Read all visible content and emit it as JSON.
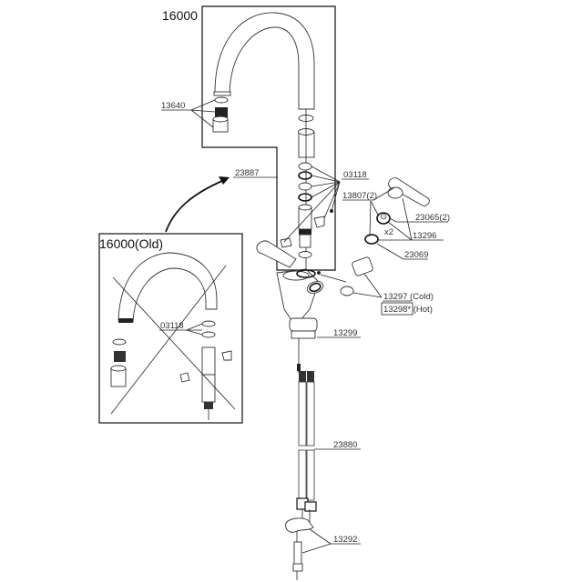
{
  "diagram": {
    "main_title": "16000",
    "old_title": "16000(Old)",
    "parts": {
      "p13640": "13640",
      "p23887": "23887",
      "p03118": "03118",
      "p13807": "13807(2)",
      "p23065": "23065(2)",
      "p13296": "13296",
      "x2": "x2",
      "p23069": "23069",
      "p13297": "13297 (Cold)",
      "p13298": "13298* (Hot)",
      "p13299": "13299",
      "p23880": "23880",
      "p13292": "13292",
      "old03118": "03118"
    },
    "notes": {
      "old_version_crossed_out": true
    }
  }
}
